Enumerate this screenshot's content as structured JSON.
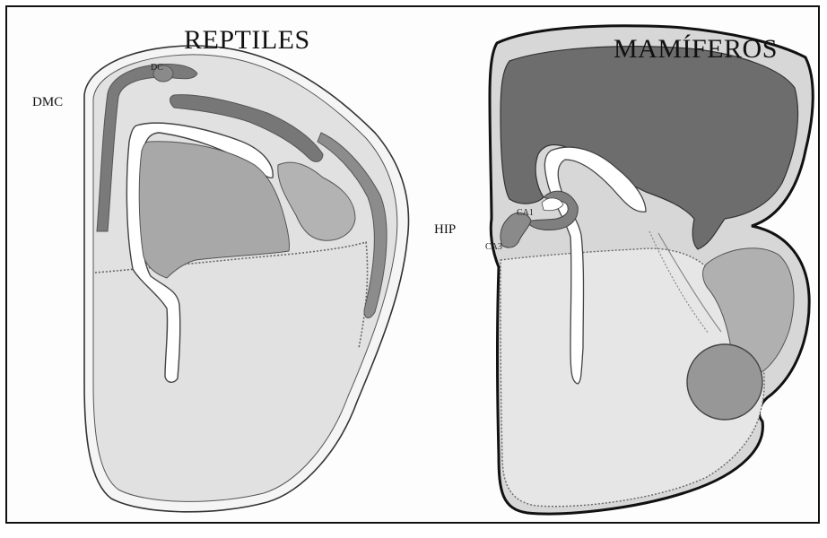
{
  "titles": {
    "left": "REPTILES",
    "right": "MAMÍFEROS"
  },
  "labels": {
    "dmc": "DMC",
    "dc": "DC",
    "hip": "HIP",
    "ca1": "CA1",
    "ca3": "CA3"
  },
  "colors": {
    "outline": "#111111",
    "light_gray": "#dddddd",
    "lighter_gray": "#e4e4e4",
    "mid_gray": "#a9a9a9",
    "dark_gray": "#707070",
    "ventricle": "#ffffff"
  }
}
